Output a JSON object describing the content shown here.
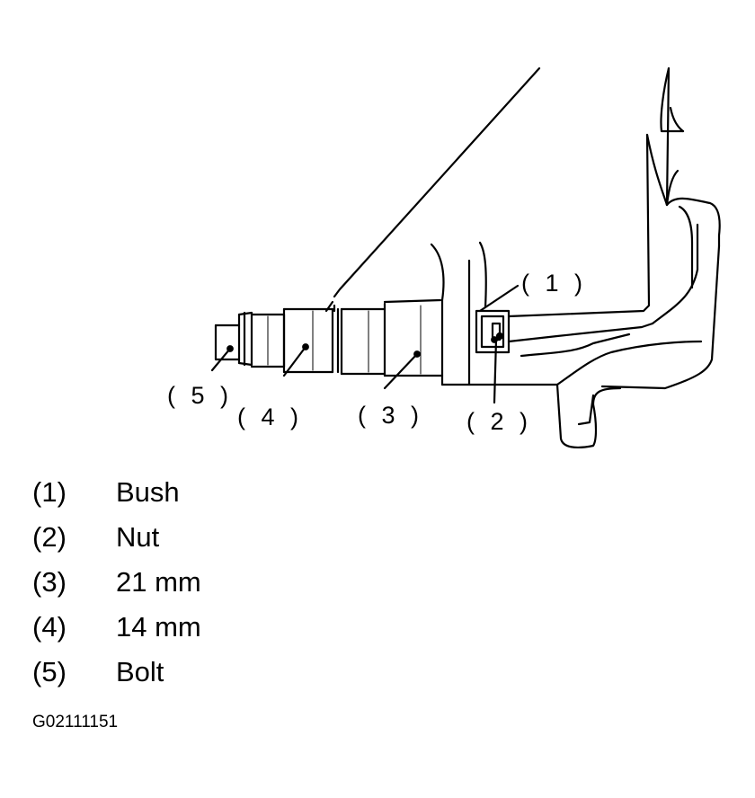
{
  "callouts": {
    "c1": "( 1 )",
    "c2": "( 2 )",
    "c3": "( 3 )",
    "c4": "( 4 )",
    "c5": "( 5 )"
  },
  "legend": [
    {
      "num": "(1)",
      "text": "Bush"
    },
    {
      "num": "(2)",
      "text": "Nut"
    },
    {
      "num": "(3)",
      "text": "21 mm"
    },
    {
      "num": "(4)",
      "text": "14 mm"
    },
    {
      "num": "(5)",
      "text": "Bolt"
    }
  ],
  "figure_id": "G02111151"
}
